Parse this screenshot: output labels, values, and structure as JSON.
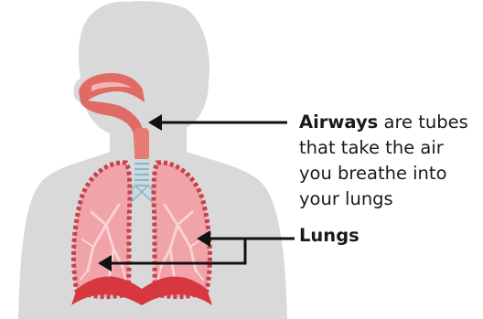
{
  "labels": {
    "airways_bold": "Airways",
    "airways_line1_rest": " are tubes",
    "airways_line2": "that take the air",
    "airways_line3": "you breathe into",
    "airways_line4": "your lungs",
    "lungs": "Lungs"
  },
  "colors": {
    "body_silhouette": "#d9d9da",
    "lung_fill": "#f0a3a8",
    "lung_dark": "#c9414a",
    "vessel": "#f7c9cc",
    "airway": "#e06a64",
    "trachea_rings": "#aecbd8",
    "diaphragm": "#d7383f",
    "arrow": "#111111"
  },
  "icons": [
    "body-silhouette",
    "lungs-illustration",
    "airway-illustration",
    "diaphragm-illustration",
    "arrow-icon"
  ]
}
